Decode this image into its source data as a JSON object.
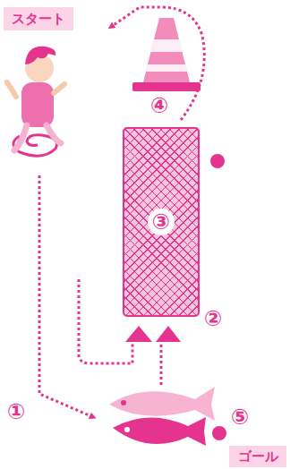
{
  "diagram": {
    "nodes": [
      {
        "text": [
          "スタート"
        ]
      },
      {
        "text": [
          "③"
        ]
      },
      {
        "text": [
          "ゴール"
        ]
      }
    ],
    "labels": [
      "④",
      "②",
      "①",
      "⑤"
    ]
  }
}
